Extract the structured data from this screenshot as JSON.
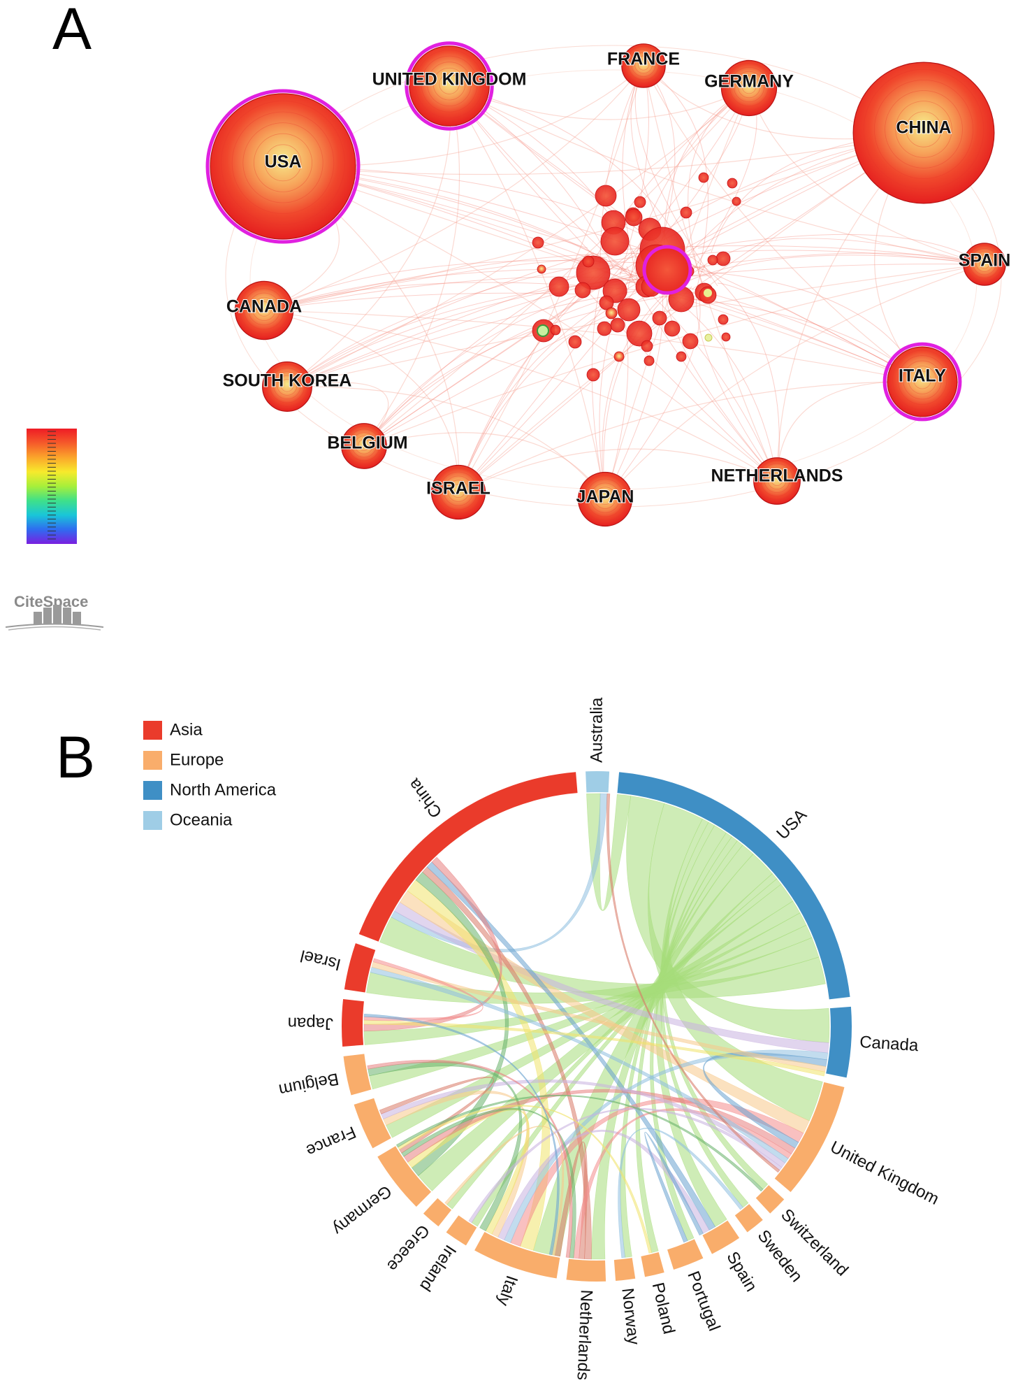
{
  "panels": {
    "a": {
      "letter": "A"
    },
    "b": {
      "letter": "B"
    }
  },
  "network": {
    "countries": [
      {
        "id": "usa",
        "label": "USA",
        "size": 1.0,
        "ring": true
      },
      {
        "id": "uk",
        "label": "UNITED KINGDOM",
        "size": 0.55,
        "ring": true
      },
      {
        "id": "france",
        "label": "FRANCE",
        "size": 0.3,
        "ring": false
      },
      {
        "id": "germany",
        "label": "GERMANY",
        "size": 0.38,
        "ring": false
      },
      {
        "id": "china",
        "label": "CHINA",
        "size": 0.97,
        "ring": false
      },
      {
        "id": "spain",
        "label": "SPAIN",
        "size": 0.29,
        "ring": false
      },
      {
        "id": "canada",
        "label": "CANADA",
        "size": 0.4,
        "ring": false
      },
      {
        "id": "south_korea",
        "label": "SOUTH KOREA",
        "size": 0.34,
        "ring": false
      },
      {
        "id": "italy",
        "label": "ITALY",
        "size": 0.48,
        "ring": true
      },
      {
        "id": "belgium",
        "label": "BELGIUM",
        "size": 0.31,
        "ring": false
      },
      {
        "id": "israel",
        "label": "ISRAEL",
        "size": 0.37,
        "ring": false
      },
      {
        "id": "japan",
        "label": "JAPAN",
        "size": 0.37,
        "ring": false
      },
      {
        "id": "netherlands",
        "label": "NETHERLANDS",
        "size": 0.32,
        "ring": false
      }
    ],
    "colorbar": [
      "#7a1fe0",
      "#2f6cf0",
      "#19c6d8",
      "#3fe08a",
      "#a7ef3a",
      "#f7ea2c",
      "#fba52b",
      "#f55a2a",
      "#ee1c25"
    ],
    "node_color": "#ee2b22",
    "ring_color": "#e020e0",
    "logo": {
      "text": "CiteSpace"
    }
  },
  "chord": {
    "legend": [
      {
        "label": "Asia",
        "color": "#ea3b2b"
      },
      {
        "label": "Europe",
        "color": "#f9ad6b"
      },
      {
        "label": "North America",
        "color": "#3f8fc5"
      },
      {
        "label": "Oceania",
        "color": "#9fcde6"
      }
    ],
    "segments": [
      {
        "label": "Australia",
        "region": "Oceania",
        "weight": 3
      },
      {
        "label": "USA",
        "region": "North America",
        "weight": 44
      },
      {
        "label": "Canada",
        "region": "North America",
        "weight": 9
      },
      {
        "label": "United Kingdom",
        "region": "Europe",
        "weight": 15
      },
      {
        "label": "Switzerland",
        "region": "Europe",
        "weight": 2.5
      },
      {
        "label": "Sweden",
        "region": "Europe",
        "weight": 2.5
      },
      {
        "label": "Spain",
        "region": "Europe",
        "weight": 4
      },
      {
        "label": "Portugal",
        "region": "Europe",
        "weight": 4
      },
      {
        "label": "Poland",
        "region": "Europe",
        "weight": 2.5
      },
      {
        "label": "Norway",
        "region": "Europe",
        "weight": 2.5
      },
      {
        "label": "Netherlands",
        "region": "Europe",
        "weight": 5
      },
      {
        "label": "Italy",
        "region": "Europe",
        "weight": 11
      },
      {
        "label": "Ireland",
        "region": "Europe",
        "weight": 3
      },
      {
        "label": "Greece",
        "region": "Europe",
        "weight": 2.5
      },
      {
        "label": "Germany",
        "region": "Europe",
        "weight": 8
      },
      {
        "label": "France",
        "region": "Europe",
        "weight": 6
      },
      {
        "label": "Belgium",
        "region": "Europe",
        "weight": 5
      },
      {
        "label": "Japan",
        "region": "Asia",
        "weight": 6
      },
      {
        "label": "Israel",
        "region": "Asia",
        "weight": 6
      },
      {
        "label": "China",
        "region": "Asia",
        "weight": 36
      }
    ],
    "links": [
      {
        "source": "Australia",
        "target": "USA",
        "value": 2
      },
      {
        "source": "Canada",
        "target": "USA",
        "value": 5
      },
      {
        "source": "United Kingdom",
        "target": "USA",
        "value": 6
      },
      {
        "source": "Switzerland",
        "target": "USA",
        "value": 1
      },
      {
        "source": "Sweden",
        "target": "USA",
        "value": 1
      },
      {
        "source": "Spain",
        "target": "USA",
        "value": 2
      },
      {
        "source": "Portugal",
        "target": "USA",
        "value": 1
      },
      {
        "source": "Poland",
        "target": "USA",
        "value": 1
      },
      {
        "source": "Norway",
        "target": "USA",
        "value": 1
      },
      {
        "source": "Netherlands",
        "target": "USA",
        "value": 2
      },
      {
        "source": "Italy",
        "target": "USA",
        "value": 4
      },
      {
        "source": "Ireland",
        "target": "USA",
        "value": 1
      },
      {
        "source": "Greece",
        "target": "USA",
        "value": 1
      },
      {
        "source": "Germany",
        "target": "USA",
        "value": 3
      },
      {
        "source": "France",
        "target": "USA",
        "value": 2
      },
      {
        "source": "Belgium",
        "target": "USA",
        "value": 2
      },
      {
        "source": "Japan",
        "target": "USA",
        "value": 2
      },
      {
        "source": "Israel",
        "target": "USA",
        "value": 3
      },
      {
        "source": "China",
        "target": "USA",
        "value": 4
      },
      {
        "source": "China",
        "target": "Australia",
        "value": 1
      },
      {
        "source": "China",
        "target": "Canada",
        "value": 1.5
      },
      {
        "source": "China",
        "target": "United Kingdom",
        "value": 2
      },
      {
        "source": "China",
        "target": "Italy",
        "value": 2
      },
      {
        "source": "China",
        "target": "Germany",
        "value": 1.5
      },
      {
        "source": "China",
        "target": "Netherlands",
        "value": 1
      },
      {
        "source": "China",
        "target": "Spain",
        "value": 1
      },
      {
        "source": "China",
        "target": "Japan",
        "value": 1
      },
      {
        "source": "Italy",
        "target": "United Kingdom",
        "value": 1.5
      },
      {
        "source": "Italy",
        "target": "Canada",
        "value": 1
      },
      {
        "source": "Italy",
        "target": "Spain",
        "value": 1
      },
      {
        "source": "Italy",
        "target": "France",
        "value": 1
      },
      {
        "source": "Italy",
        "target": "Germany",
        "value": 1
      },
      {
        "source": "Italy",
        "target": "Belgium",
        "value": 1
      },
      {
        "source": "Italy",
        "target": "Netherlands",
        "value": 0.8
      },
      {
        "source": "United Kingdom",
        "target": "Canada",
        "value": 1
      },
      {
        "source": "United Kingdom",
        "target": "Germany",
        "value": 1
      },
      {
        "source": "United Kingdom",
        "target": "Netherlands",
        "value": 0.8
      },
      {
        "source": "United Kingdom",
        "target": "Israel",
        "value": 0.8
      },
      {
        "source": "United Kingdom",
        "target": "France",
        "value": 0.8
      },
      {
        "source": "Canada",
        "target": "Israel",
        "value": 0.8
      },
      {
        "source": "Canada",
        "target": "Japan",
        "value": 0.6
      },
      {
        "source": "Germany",
        "target": "Netherlands",
        "value": 0.6
      },
      {
        "source": "Germany",
        "target": "France",
        "value": 0.6
      },
      {
        "source": "Spain",
        "target": "Portugal",
        "value": 0.6
      },
      {
        "source": "Belgium",
        "target": "Netherlands",
        "value": 0.5
      },
      {
        "source": "Israel",
        "target": "Japan",
        "value": 0.5
      },
      {
        "source": "Sweden",
        "target": "Norway",
        "value": 0.5
      },
      {
        "source": "Ireland",
        "target": "United Kingdom",
        "value": 0.5
      },
      {
        "source": "Greece",
        "target": "Italy",
        "value": 0.4
      },
      {
        "source": "Poland",
        "target": "Germany",
        "value": 0.4
      },
      {
        "source": "Switzerland",
        "target": "Germany",
        "value": 0.4
      },
      {
        "source": "Australia",
        "target": "United Kingdom",
        "value": 0.4
      },
      {
        "source": "Japan",
        "target": "Italy",
        "value": 0.4
      }
    ],
    "link_palette": [
      "#a6dc7a",
      "#f48c8c",
      "#8fbfe0",
      "#c9b3e0",
      "#f7c98a",
      "#f1e36b",
      "#69b26b",
      "#d97a68",
      "#6aa3cf",
      "#e77f7f"
    ]
  }
}
